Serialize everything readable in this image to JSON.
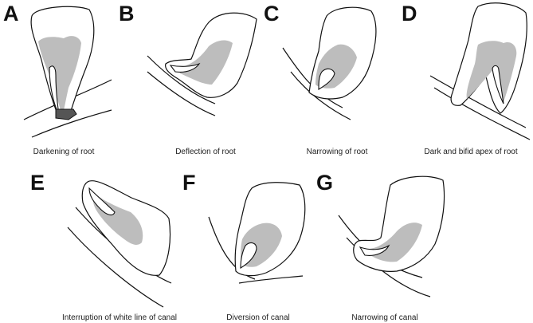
{
  "panels": [
    {
      "letter": "A",
      "caption": "Darkening of root"
    },
    {
      "letter": "B",
      "caption": "Deflection of root"
    },
    {
      "letter": "C",
      "caption": "Narrowing of root"
    },
    {
      "letter": "D",
      "caption": "Dark and bifid apex of root"
    },
    {
      "letter": "E",
      "caption": "Interruption of white line of canal"
    },
    {
      "letter": "F",
      "caption": "Diversion of canal"
    },
    {
      "letter": "G",
      "caption": "Narrowing of canal"
    }
  ],
  "colors": {
    "pulp": "#bdbdbd",
    "outline": "#111111",
    "dark_area": "#555555"
  }
}
